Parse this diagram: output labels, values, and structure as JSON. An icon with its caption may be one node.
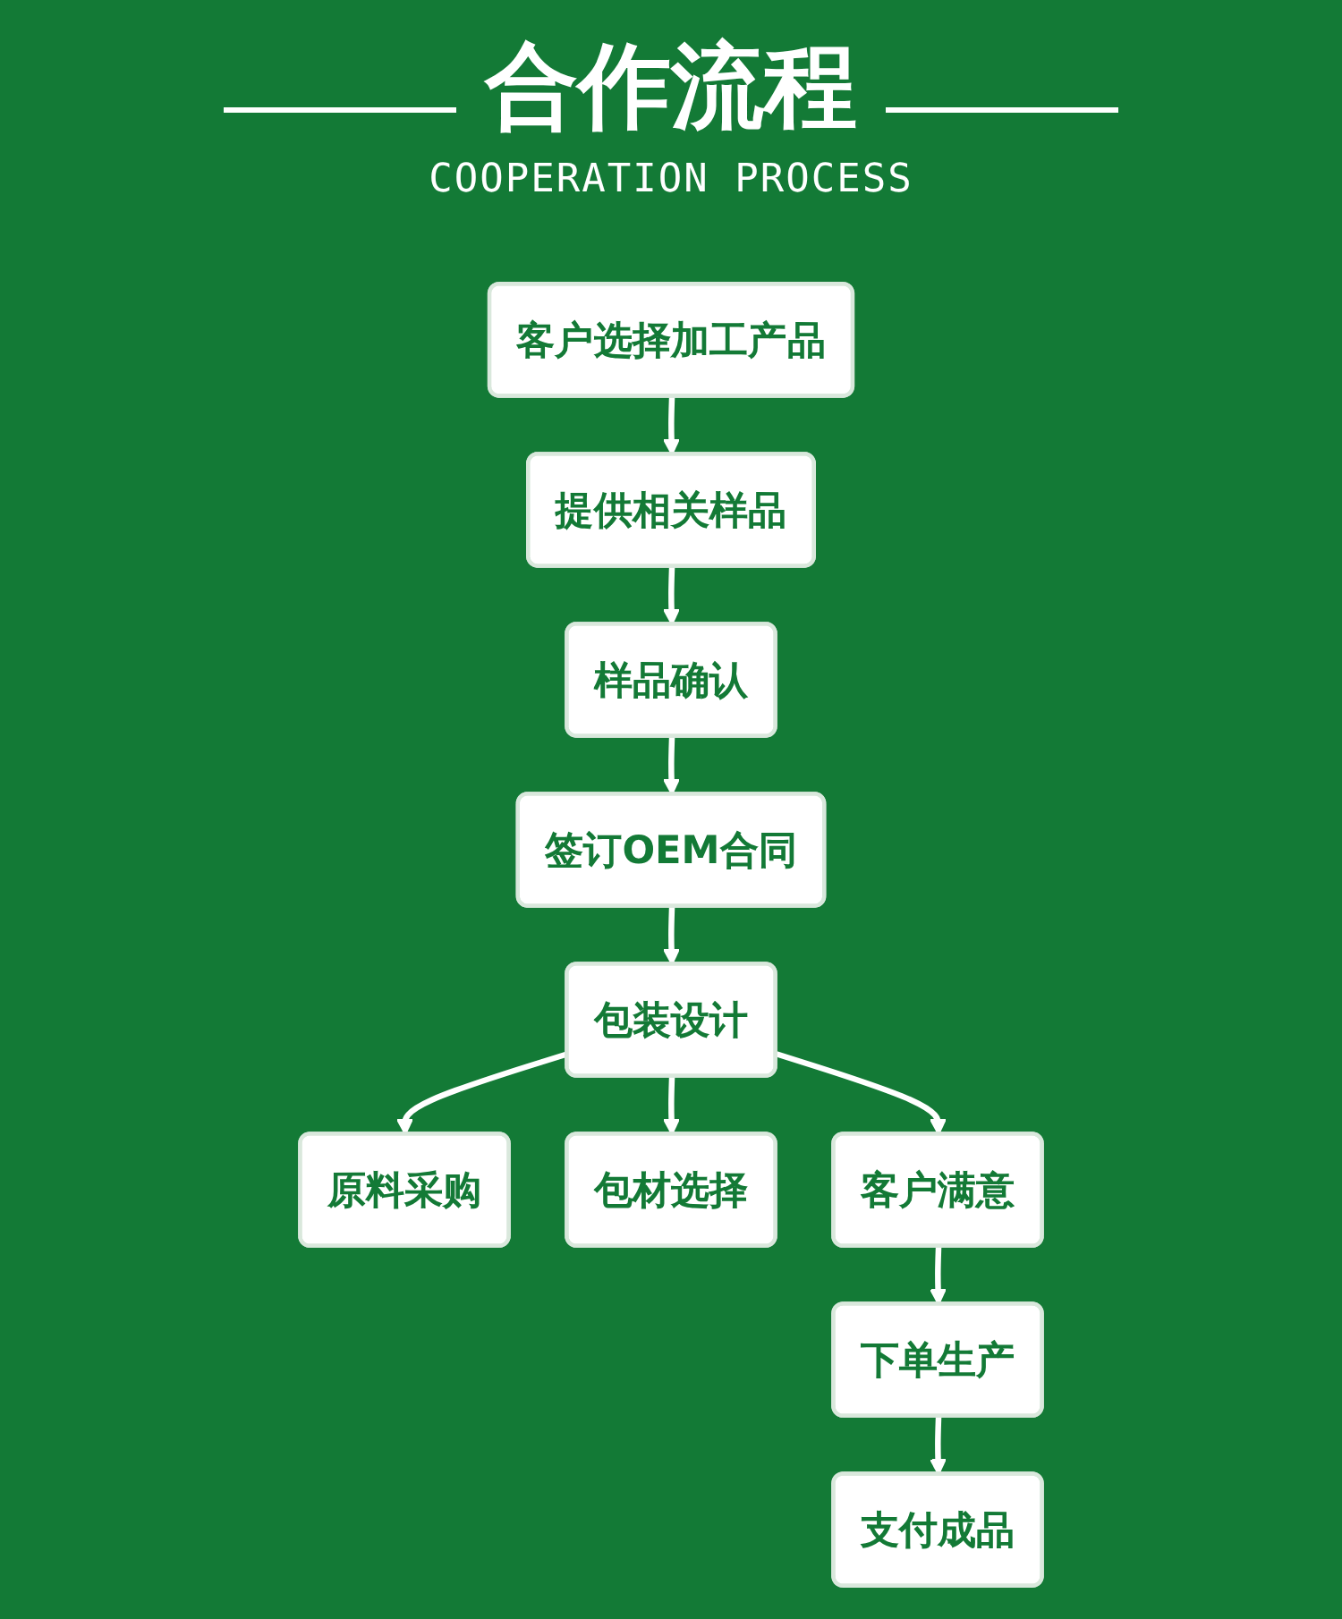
{
  "diagram": {
    "title": "合作流程",
    "nodes": [
      {
        "text": [
          "客户选择加工产品"
        ]
      },
      {
        "text": [
          "提供相关样品"
        ]
      },
      {
        "text": [
          "样品确认"
        ]
      },
      {
        "text": [
          "签订OEM合同"
        ]
      },
      {
        "text": [
          "原料采购"
        ]
      },
      {
        "text": [
          "包装设计"
        ]
      },
      {
        "text": [
          "包材选择"
        ]
      },
      {
        "text": [
          "客户满意"
        ]
      },
      {
        "text": [
          "下单生产"
        ]
      },
      {
        "text": [
          "支付成品"
        ]
      }
    ],
    "edges": [
      {
        "from": 0,
        "to": 1,
        "arrow": "to"
      },
      {
        "from": 1,
        "to": 2,
        "arrow": "to"
      },
      {
        "from": 2,
        "to": 3,
        "arrow": "to"
      },
      {
        "from": 3,
        "to": 5,
        "arrow": "to"
      },
      {
        "from": 5,
        "to": 4,
        "arrow": "to"
      },
      {
        "from": 5,
        "to": 6,
        "arrow": "to"
      },
      {
        "from": 5,
        "to": 7,
        "arrow": "to"
      },
      {
        "from": 7,
        "to": 8,
        "arrow": "to"
      },
      {
        "from": 8,
        "to": 9,
        "arrow": "to"
      }
    ],
    "labels": [
      "COOPERATION PROCESS"
    ]
  }
}
